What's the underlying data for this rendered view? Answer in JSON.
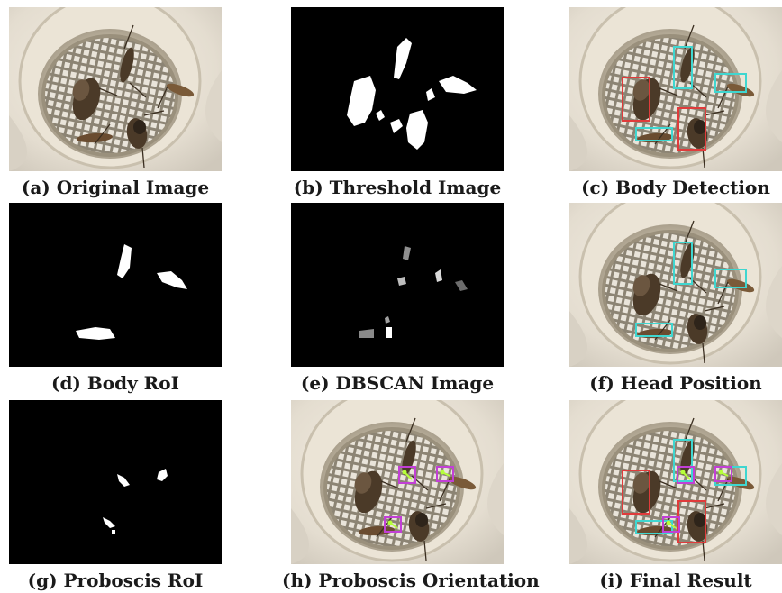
{
  "figure": {
    "panels": [
      {
        "caption": "(a) Original Image"
      },
      {
        "caption": "(b) Threshold Image"
      },
      {
        "caption": "(c) Body Detection"
      },
      {
        "caption": "(d) Body RoI"
      },
      {
        "caption": "(e) DBSCAN Image"
      },
      {
        "caption": "(f) Head Position"
      },
      {
        "caption": "(g) Proboscis RoI"
      },
      {
        "caption": "(h) Proboscis Orientation"
      },
      {
        "caption": "(i) Final Result"
      }
    ],
    "colors": {
      "body_box": "#e03b3b",
      "head_box": "#3fd6d0",
      "proboscis_box": "#c23fd6",
      "proboscis_mark": "#b6ff3a"
    }
  }
}
